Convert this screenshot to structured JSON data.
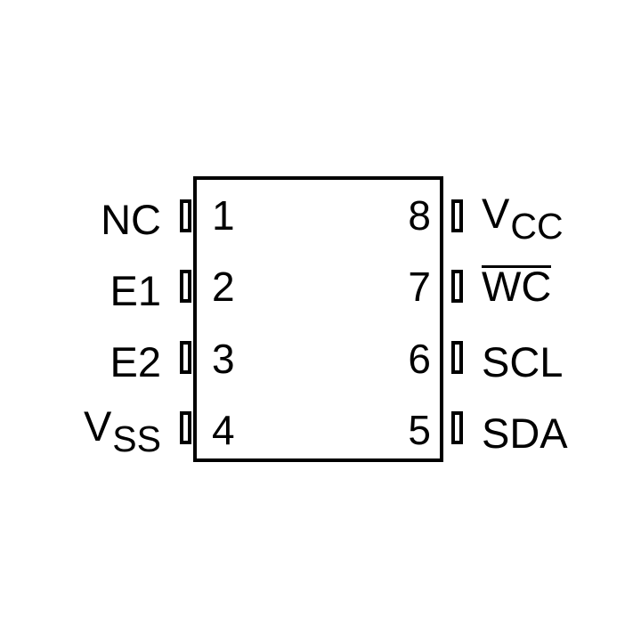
{
  "pins": [
    {
      "number": "1",
      "name": "NC",
      "sub": "",
      "overbar": false
    },
    {
      "number": "2",
      "name": "E1",
      "sub": "",
      "overbar": false
    },
    {
      "number": "3",
      "name": "E2",
      "sub": "",
      "overbar": false
    },
    {
      "number": "4",
      "name": "V",
      "sub": "SS",
      "overbar": false
    },
    {
      "number": "5",
      "name": "SDA",
      "sub": "",
      "overbar": false
    },
    {
      "number": "6",
      "name": "SCL",
      "sub": "",
      "overbar": false
    },
    {
      "number": "7",
      "name": "WC",
      "sub": "",
      "overbar": true
    },
    {
      "number": "8",
      "name": "V",
      "sub": "CC",
      "overbar": false
    }
  ]
}
